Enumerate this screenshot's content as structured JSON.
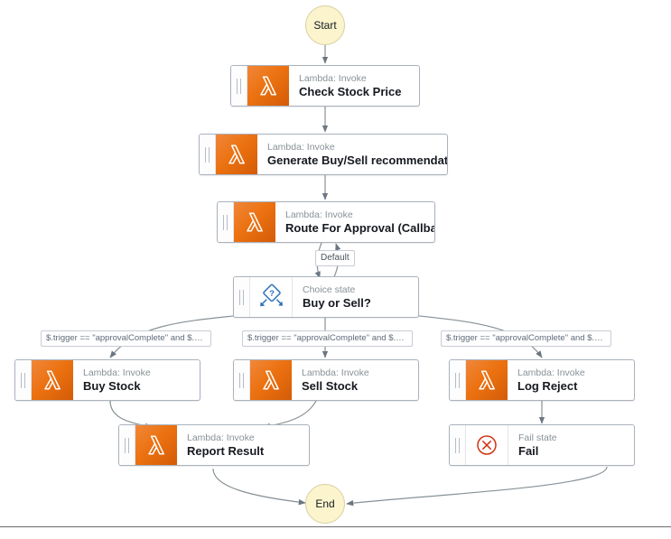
{
  "diagram": {
    "type": "state-machine-workflow",
    "start_label": "Start",
    "end_label": "End",
    "colors": {
      "lambda_orange": "#ec7211",
      "choice_blue": "#2d72b8",
      "fail_red": "#d13212",
      "terminal_yellow": "#fbf4cd",
      "edge_gray": "#879196"
    },
    "nodes": [
      {
        "id": "start",
        "shape": "circle",
        "label": "Start"
      },
      {
        "id": "check-stock-price",
        "kind": "Lambda: Invoke",
        "title": "Check Stock Price",
        "icon": "lambda-icon"
      },
      {
        "id": "generate-recommendation",
        "kind": "Lambda: Invoke",
        "title": "Generate Buy/Sell recommendation",
        "icon": "lambda-icon"
      },
      {
        "id": "route-for-approval",
        "kind": "Lambda: Invoke",
        "title": "Route For Approval (Callback)",
        "icon": "lambda-icon"
      },
      {
        "id": "buy-or-sell",
        "kind": "Choice state",
        "title": "Buy or Sell?",
        "icon": "choice-icon"
      },
      {
        "id": "buy-stock",
        "kind": "Lambda: Invoke",
        "title": "Buy Stock",
        "icon": "lambda-icon"
      },
      {
        "id": "sell-stock",
        "kind": "Lambda: Invoke",
        "title": "Sell Stock",
        "icon": "lambda-icon"
      },
      {
        "id": "log-reject",
        "kind": "Lambda: Invoke",
        "title": "Log Reject",
        "icon": "lambda-icon"
      },
      {
        "id": "report-result",
        "kind": "Lambda: Invoke",
        "title": "Report Result",
        "icon": "lambda-icon"
      },
      {
        "id": "fail",
        "kind": "Fail state",
        "title": "Fail",
        "icon": "fail-icon"
      },
      {
        "id": "end",
        "shape": "circle",
        "label": "End"
      }
    ],
    "edge_labels": {
      "default": "Default",
      "condition_buy": "$.trigger == \"approvalComplete\" and $.g...",
      "condition_sell": "$.trigger == \"approvalComplete\" and $.g...",
      "condition_reject": "$.trigger == \"approvalComplete\" and $.g..."
    }
  }
}
